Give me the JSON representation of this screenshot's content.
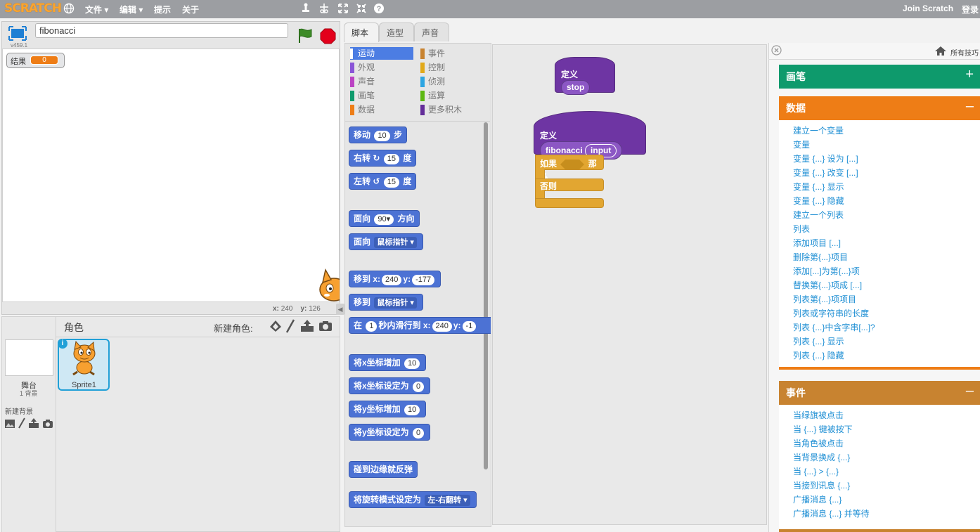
{
  "topbar": {
    "logo": "SCRATCH",
    "menu_file": "文件",
    "menu_edit": "编辑",
    "menu_tips": "提示",
    "menu_about": "关于",
    "join": "Join Scratch",
    "login": "登录"
  },
  "stage": {
    "project_name": "fibonacci",
    "version": "v459.1",
    "monitor_label": "结果",
    "monitor_value": "0",
    "coord_x_label": "x:",
    "coord_x": "240",
    "coord_y_label": "y:",
    "coord_y": "126"
  },
  "sprites": {
    "header": "角色",
    "new_sprite": "新建角色:",
    "stage_label": "舞台",
    "stage_bg_count": "1 背景",
    "new_backdrop": "新建背景",
    "sprite1": "Sprite1"
  },
  "tabs": [
    "脚本",
    "造型",
    "声音"
  ],
  "categories": [
    {
      "label": "运动",
      "color": "#4a6cd4"
    },
    {
      "label": "事件",
      "color": "#c88330"
    },
    {
      "label": "外观",
      "color": "#8a55d7"
    },
    {
      "label": "控制",
      "color": "#e1a91a"
    },
    {
      "label": "声音",
      "color": "#bb42c3"
    },
    {
      "label": "侦测",
      "color": "#2ca5e2"
    },
    {
      "label": "画笔",
      "color": "#0e9a6c"
    },
    {
      "label": "运算",
      "color": "#5cb712"
    },
    {
      "label": "数据",
      "color": "#ee7d16"
    },
    {
      "label": "更多积木",
      "color": "#632d99"
    }
  ],
  "blocks": {
    "move": {
      "pre": "移动",
      "n": "10",
      "post": "步"
    },
    "turn_right": {
      "pre": "右转",
      "n": "15",
      "post": "度"
    },
    "turn_left": {
      "pre": "左转",
      "n": "15",
      "post": "度"
    },
    "point_dir": {
      "pre": "面向",
      "n": "90",
      "post": "方向"
    },
    "point_towards": {
      "pre": "面向",
      "d": "鼠标指针"
    },
    "goto_xy": {
      "pre": "移到",
      "x_label": "x:",
      "x": "240",
      "y_label": "y:",
      "y": "-177"
    },
    "goto": {
      "pre": "移到",
      "d": "鼠标指针"
    },
    "glide": {
      "pre": "在",
      "n": "1",
      "mid": "秒内滑行到",
      "x_label": "x:",
      "x": "240",
      "y_label": "y:",
      "y": "-1"
    },
    "change_x": {
      "pre": "将x坐标增加",
      "n": "10"
    },
    "set_x": {
      "pre": "将x坐标设定为",
      "n": "0"
    },
    "change_y": {
      "pre": "将y坐标增加",
      "n": "10"
    },
    "set_y": {
      "pre": "将y坐标设定为",
      "n": "0"
    },
    "bounce": {
      "pre": "碰到边缘就反弹"
    },
    "rotation_style": {
      "pre": "将旋转模式设定为",
      "d": "左-右翻转"
    }
  },
  "script": {
    "define1_label": "定义",
    "define1_name": "stop",
    "define2_label": "定义",
    "define2_name": "fibonacci",
    "define2_param": "input",
    "if_label": "如果",
    "then_label": "那么",
    "else_label": "否则"
  },
  "help": {
    "home_label": "所有技巧",
    "pen_title": "画笔",
    "pen_toggle": "+",
    "data_title": "数据",
    "data_toggle": "–",
    "data_items": [
      "建立一个变量",
      "变量",
      "变量 {...} 设为 [...]",
      "变量 {...} 改变 [...]",
      "变量 {...} 显示",
      "变量 {...} 隐藏",
      "建立一个列表",
      "列表",
      "添加项目 [...]",
      "删除第{...}项目",
      "添加[...]为第{...}项",
      "替换第{...}项成 [...]",
      "列表第{...}项项目",
      "列表或字符串的长度",
      "列表 {...}中含字串[...]?",
      "列表 {...} 显示",
      "列表 {...} 隐藏"
    ],
    "events_title": "事件",
    "events_toggle": "–",
    "events_items": [
      "当绿旗被点击",
      "当 {...} 键被按下",
      "当角色被点击",
      "当背景换成 {...}",
      "当 {...} > {...}",
      "当接到讯息 {...}",
      "广播消息 {...}",
      "广播消息 {...} 并等待"
    ]
  }
}
